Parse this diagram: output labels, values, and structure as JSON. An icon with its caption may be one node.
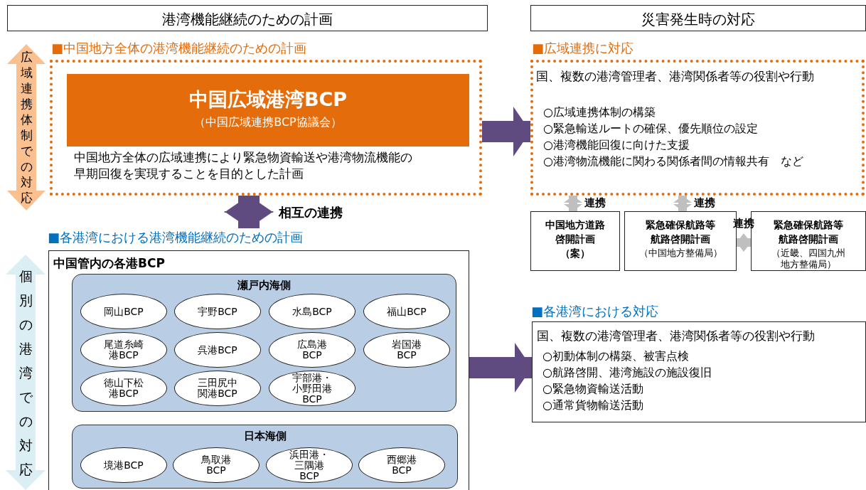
{
  "diagram": {
    "nodes": [
      {
        "text": [
          "港湾機能継続のための計画"
        ]
      },
      {
        "text": [
          "災害発生時の対応"
        ]
      },
      {
        "text": [
          "■中国地方全体の港湾機能継続のための計画",
          "中国地方全体の広域連携により緊急物資輸送や港湾物流機能の早期回復を実現することを目的とした計画"
        ]
      },
      {
        "text": [
          "中国広域港湾BCP",
          "（中国広域連携BCP協議会）"
        ],
        "in": 2
      },
      {
        "text": [
          "■各港湾における港湾機能継続のための計画",
          "中国管内の各港BCP"
        ]
      },
      {
        "text": [
          "瀬戸内海側"
        ],
        "in": 4
      },
      {
        "text": [
          "岡山BCP"
        ],
        "in": 5
      },
      {
        "text": [
          "宇野BCP"
        ],
        "in": 5
      },
      {
        "text": [
          "水島BCP"
        ],
        "in": 5
      },
      {
        "text": [
          "福山BCP"
        ],
        "in": 5
      },
      {
        "text": [
          "尾道糸崎港BCP"
        ],
        "in": 5
      },
      {
        "text": [
          "呉港BCP"
        ],
        "in": 5
      },
      {
        "text": [
          "広島港BCP"
        ],
        "in": 5
      },
      {
        "text": [
          "岩国港BCP"
        ],
        "in": 5
      },
      {
        "text": [
          "徳山下松港BCP"
        ],
        "in": 5
      },
      {
        "text": [
          "三田尻中関港BCP"
        ],
        "in": 5
      },
      {
        "text": [
          "宇部港・小野田港BCP"
        ],
        "in": 5
      },
      {
        "text": [
          "日本海側"
        ],
        "in": 4
      },
      {
        "text": [
          "境港BCP"
        ],
        "in": 17
      },
      {
        "text": [
          "鳥取港BCP"
        ],
        "in": 17
      },
      {
        "text": [
          "浜田港・三隅港BCP"
        ],
        "in": 17
      },
      {
        "text": [
          "西郷港BCP"
        ],
        "in": 17
      },
      {
        "text": [
          "■広域連携に対応",
          "国、複数の港湾管理者、港湾関係者等の役割や行動",
          "○広域連携体制の構築",
          "○緊急輸送ルートの確保、優先順位の設定",
          "○港湾機能回復に向けた支援",
          "○港湾物流機能に関わる関係者間の情報共有　など"
        ]
      },
      {
        "text": [
          "中国地方道路啓開計画（案）"
        ]
      },
      {
        "text": [
          "緊急確保航路等航路啓開計画",
          "（中国地方整備局）"
        ]
      },
      {
        "text": [
          "緊急確保航路等航路啓開計画",
          "（近畿、四国九州地方整備局）"
        ]
      },
      {
        "text": [
          "■各港湾における対応",
          "国、複数の港湾管理者、港湾関係者等の役割や行動",
          "○初動体制の構築、被害点検",
          "○航路啓開、港湾施設の施設復旧",
          "○緊急物資輸送活動",
          "○通常貨物輸送活動"
        ]
      }
    ],
    "edges": [
      {
        "from": 2,
        "to": 4,
        "arrow": "both",
        "label": "相互の連携",
        "style": "thick",
        "color": "#5f4b7f"
      },
      {
        "from": 2,
        "to": 22,
        "arrow": "to",
        "style": "thick",
        "color": "#5f4b7f"
      },
      {
        "from": 4,
        "to": 26,
        "arrow": "to",
        "style": "thick",
        "color": "#5f4b7f"
      },
      {
        "from": 22,
        "to": 23,
        "arrow": "both",
        "label": "連携",
        "color": "#bfbfbf"
      },
      {
        "from": 22,
        "to": 24,
        "arrow": "both",
        "label": "連携",
        "color": "#bfbfbf"
      },
      {
        "from": 24,
        "to": 25,
        "arrow": "both",
        "label": "連携",
        "color": "#bfbfbf"
      }
    ],
    "labels": [
      "広域連携体制での対応",
      "個別の港湾での対応"
    ]
  }
}
